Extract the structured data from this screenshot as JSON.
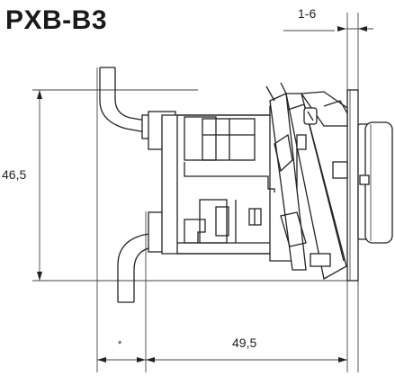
{
  "title": "PXB-B3",
  "dimensions": {
    "panel_thickness": "1-6",
    "height": "46,5",
    "depth": "49,5",
    "variable": "*"
  }
}
